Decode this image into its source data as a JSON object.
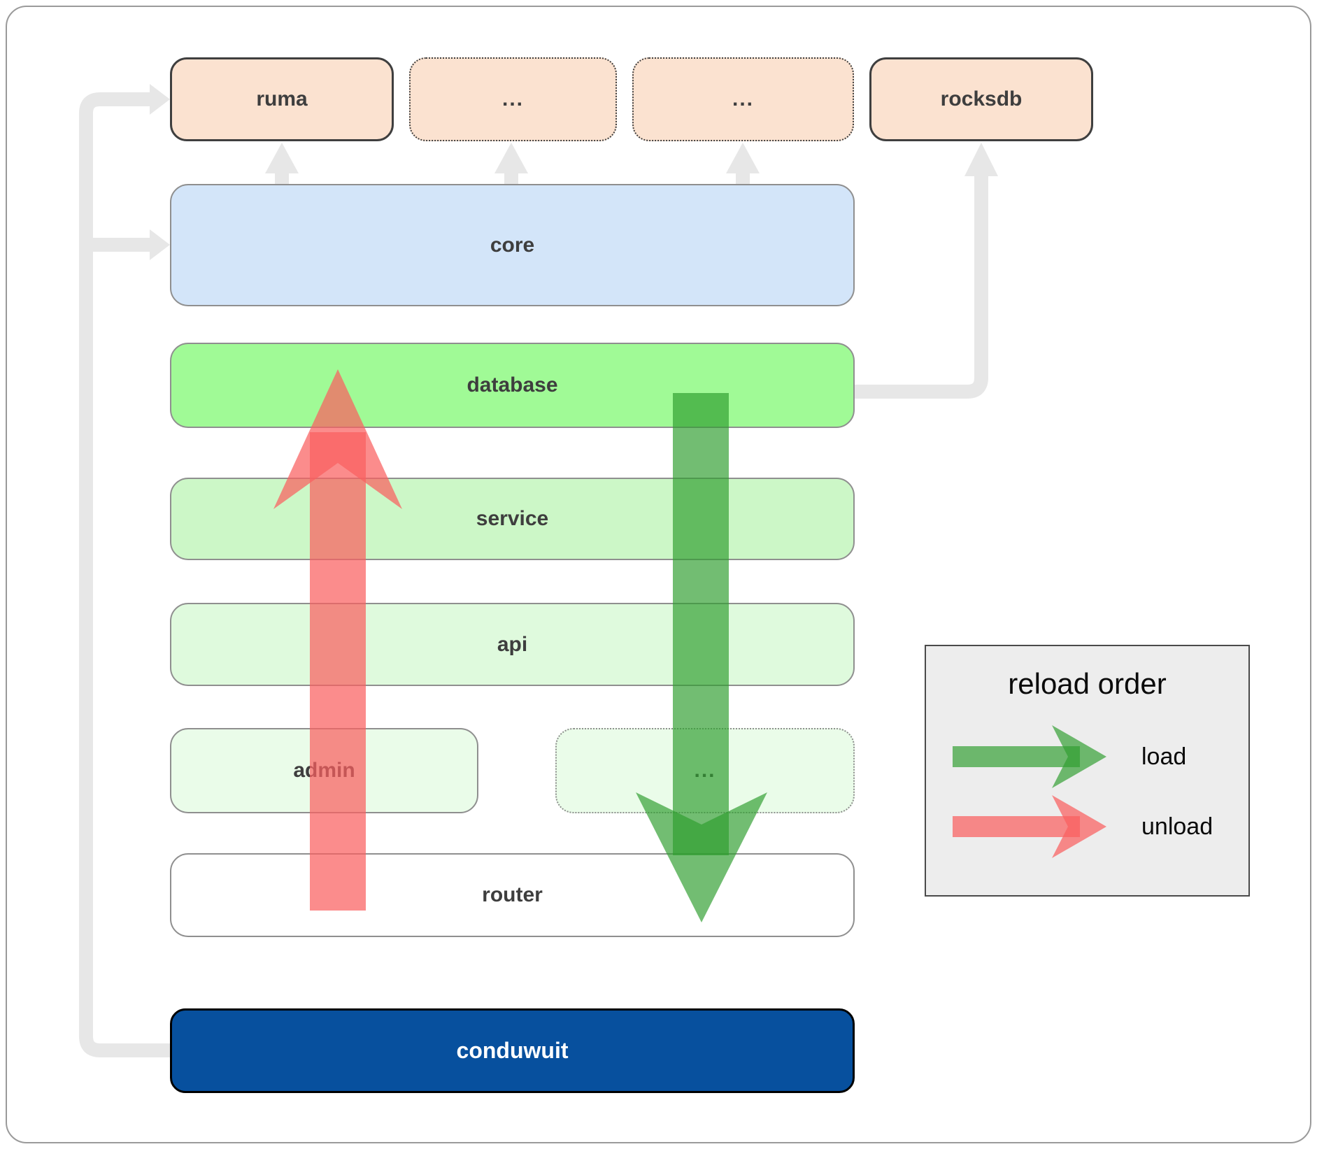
{
  "diagram": {
    "nodes": {
      "ruma": "ruma",
      "ellipsis_top_1": "...",
      "ellipsis_top_2": "...",
      "rocksdb": "rocksdb",
      "core": "core",
      "database": "database",
      "service": "service",
      "api": "api",
      "admin": "admin",
      "ellipsis_admin_row": "...",
      "router": "router",
      "conduwuit": "conduwuit"
    },
    "legend": {
      "title": "reload order",
      "items": [
        {
          "label": "load",
          "color": "#2f9e2f"
        },
        {
          "label": "unload",
          "color": "#fa5f5f"
        }
      ]
    },
    "colors": {
      "module_fill": "#fbe2d0",
      "core_fill": "#d3e5f9",
      "database_fill": "#a0fa96",
      "service_fill": "#ccf7c7",
      "api_fill": "#dffadd",
      "admin_fill": "#eafce9",
      "conduwuit_fill": "#07509e",
      "connector_gray": "#e7e7e7",
      "legend_fill": "#ededed",
      "load_arrow": "#2f9e2f",
      "unload_arrow": "#fa5f5f"
    }
  }
}
